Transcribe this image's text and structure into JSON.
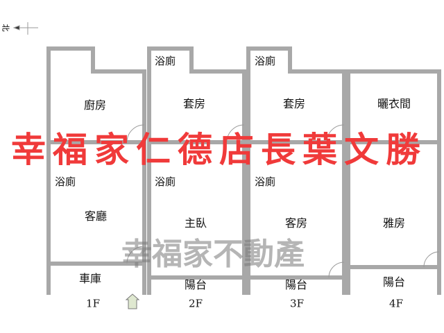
{
  "compass": {
    "label": "北"
  },
  "floors": [
    {
      "name": "1F",
      "rooms": [
        "廚房",
        "浴廁",
        "客廳",
        "車庫"
      ]
    },
    {
      "name": "2F",
      "rooms": [
        "浴廁",
        "套房",
        "浴廁",
        "主臥",
        "陽台"
      ]
    },
    {
      "name": "3F",
      "rooms": [
        "浴廁",
        "套房",
        "浴廁",
        "客房",
        "陽台"
      ]
    },
    {
      "name": "4F",
      "rooms": [
        "曬衣間",
        "雅房",
        "陽台"
      ]
    }
  ],
  "watermark": {
    "red": "幸福家仁德店長葉文勝",
    "gray": "幸福家不動產"
  },
  "colors": {
    "wall": "#a8a8a8",
    "watermark": "#f03a3a"
  }
}
